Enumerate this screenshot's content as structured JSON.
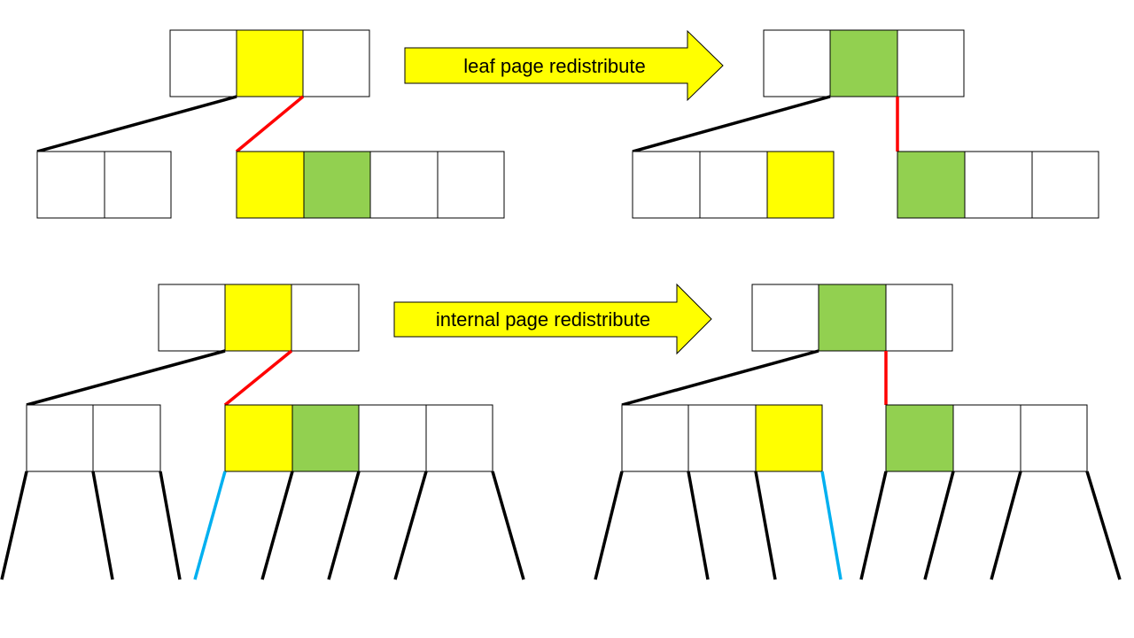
{
  "colors": {
    "yellow": "#ffff00",
    "green": "#92d050",
    "white": "#ffffff",
    "line_black": "#000000",
    "line_red": "#ff0000",
    "line_blue": "#00b0f0"
  },
  "arrows": {
    "top_label": "leaf page redistribute",
    "bottom_label": "internal page redistribute"
  },
  "top_before": {
    "parent": [
      "white",
      "yellow",
      "white"
    ],
    "left_leaf": [
      "white",
      "white"
    ],
    "right_leaf": [
      "yellow",
      "green",
      "white",
      "white"
    ]
  },
  "top_after": {
    "parent": [
      "white",
      "green",
      "white"
    ],
    "left_leaf": [
      "white",
      "white",
      "yellow"
    ],
    "right_leaf": [
      "green",
      "white",
      "white"
    ]
  },
  "bottom_before": {
    "parent": [
      "white",
      "yellow",
      "white"
    ],
    "left_node": [
      "white",
      "white"
    ],
    "right_node": [
      "yellow",
      "green",
      "white",
      "white"
    ]
  },
  "bottom_after": {
    "parent": [
      "white",
      "green",
      "white"
    ],
    "left_node": [
      "white",
      "white",
      "yellow"
    ],
    "right_node": [
      "green",
      "white",
      "white"
    ]
  }
}
